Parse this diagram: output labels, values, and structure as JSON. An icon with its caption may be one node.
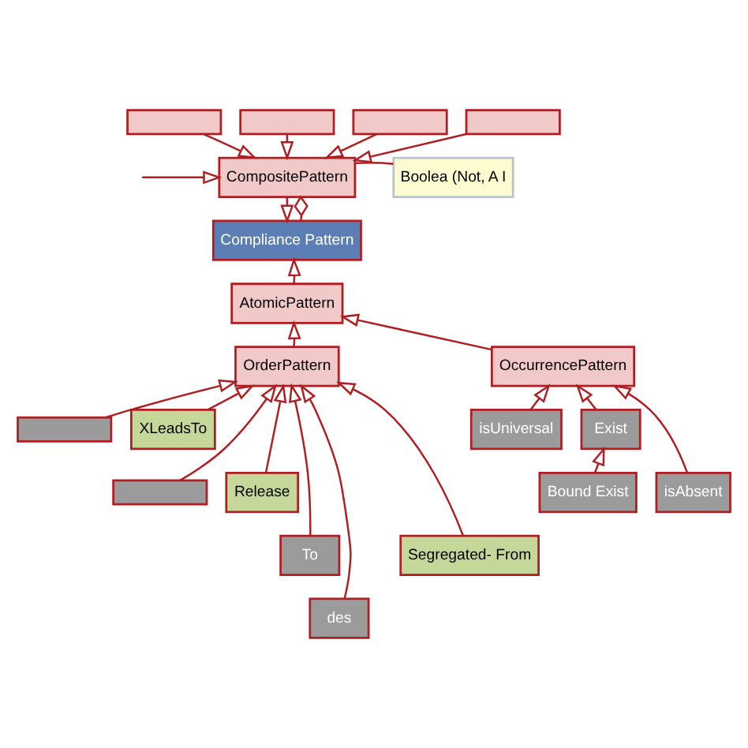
{
  "diagram": {
    "nodes": [
      {
        "text": [],
        "shape": "box"
      },
      {
        "text": [],
        "shape": "box"
      },
      {
        "text": [],
        "shape": "box"
      },
      {
        "text": [],
        "shape": "box"
      },
      {
        "text": [
          "CompositePattern"
        ]
      },
      {
        "text": [
          "Boolea (Not, A I"
        ]
      },
      {
        "text": [
          "Compliance Pattern"
        ]
      },
      {
        "text": [
          "AtomicPattern"
        ]
      },
      {
        "text": [
          "OrderPattern"
        ]
      },
      {
        "text": [
          "OccurrencePattern"
        ]
      },
      {
        "text": [],
        "shape": "box"
      },
      {
        "text": [
          "XLeadsTo"
        ]
      },
      {
        "text": [
          "isUniversal"
        ]
      },
      {
        "text": [
          "Exist"
        ]
      },
      {
        "text": [],
        "shape": "box"
      },
      {
        "text": [
          "Release"
        ]
      },
      {
        "text": [
          "isAbsent"
        ]
      },
      {
        "text": [
          "To"
        ]
      },
      {
        "text": [
          "Bound Exist"
        ]
      },
      {
        "text": [
          "des"
        ]
      },
      {
        "text": [
          "Segregated- From"
        ]
      }
    ],
    "edges": [
      {
        "from": 0,
        "to": 4,
        "arrow": "to"
      },
      {
        "from": 1,
        "to": 4,
        "arrow": "to"
      },
      {
        "from": 2,
        "to": 4,
        "arrow": "to"
      },
      {
        "from": 3,
        "to": 4,
        "arrow": "to"
      },
      {
        "from": null,
        "to": 4,
        "arrow": "to"
      },
      {
        "from": 4,
        "to": 6,
        "arrow": "to"
      },
      {
        "from": 6,
        "to": 4,
        "arrow": "other"
      },
      {
        "from": 5,
        "to": 4,
        "arrow": "none"
      },
      {
        "from": 7,
        "to": 6,
        "arrow": "to"
      },
      {
        "from": 8,
        "to": 7,
        "arrow": "to"
      },
      {
        "from": 9,
        "to": 7,
        "arrow": "to"
      },
      {
        "from": 10,
        "to": 8,
        "arrow": "to"
      },
      {
        "from": 14,
        "to": 8,
        "arrow": "to"
      },
      {
        "from": 17,
        "to": 8,
        "arrow": "to"
      },
      {
        "from": 19,
        "to": 8,
        "arrow": "to"
      },
      {
        "from": 11,
        "to": 8,
        "arrow": "to"
      },
      {
        "from": 15,
        "to": 8,
        "arrow": "to"
      },
      {
        "from": 20,
        "to": 8,
        "arrow": "to"
      },
      {
        "from": 12,
        "to": 9,
        "arrow": "to"
      },
      {
        "from": 16,
        "to": 9,
        "arrow": "to"
      },
      {
        "from": 13,
        "to": 9,
        "arrow": "to"
      },
      {
        "from": 18,
        "to": 13,
        "arrow": "to"
      }
    ]
  }
}
